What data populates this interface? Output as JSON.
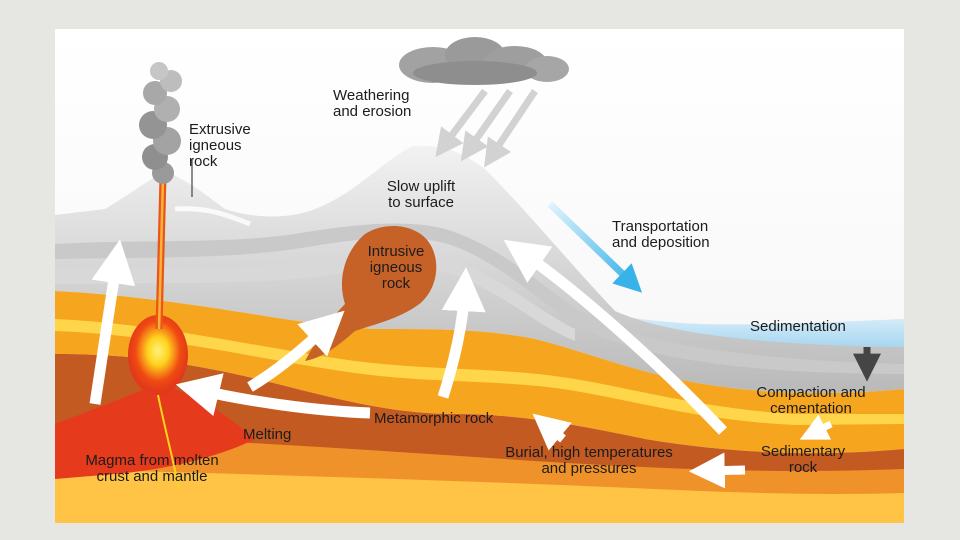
{
  "diagram": {
    "labels": {
      "weathering": "Weathering\nand erosion",
      "extrusive": "Extrusive\nigneous\nrock",
      "uplift": "Slow uplift\nto surface",
      "transport": "Transportation\nand deposition",
      "intrusive": "Intrusive\nigneous\nrock",
      "sedimentation": "Sedimentation",
      "compaction": "Compaction and\ncementation",
      "metamorphic": "Metamorphic rock",
      "melting": "Melting",
      "magma": "Magma from molten\ncrust and mantle",
      "burial": "Burial, high temperatures\nand pressures",
      "sedimentary": "Sedimentary\nrock"
    }
  }
}
